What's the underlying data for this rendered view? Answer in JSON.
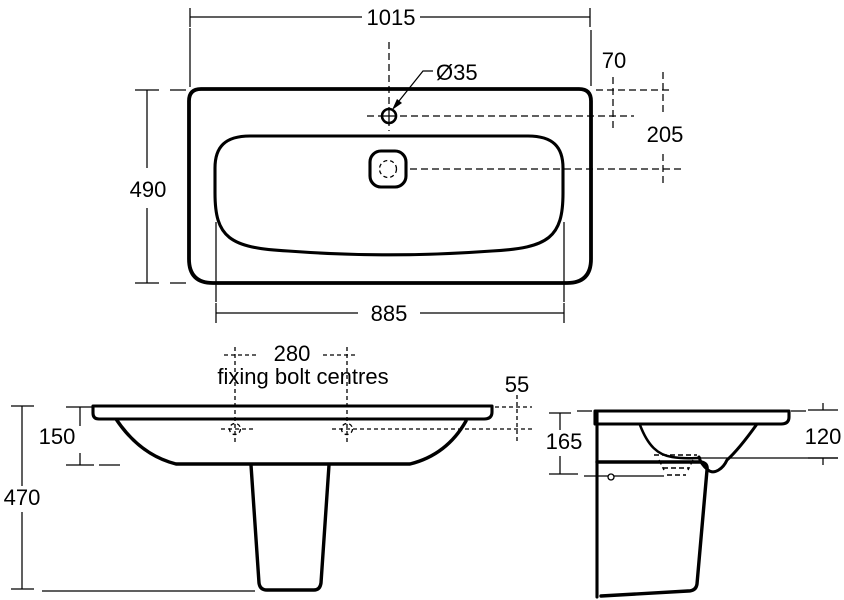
{
  "drawing": {
    "subject": "wall-hung washbasin with semi-pedestal - dimensioned technical drawing",
    "units": "mm",
    "ink_color": "#000000",
    "paper_color": "#ffffff",
    "plan_view": {
      "overall_width": "1015",
      "overall_depth": "490",
      "bowl_width": "885",
      "tap_hole_diameter": "Ø35",
      "tap_hole_from_rear": "70",
      "overflow_from_rear": "205"
    },
    "front_view": {
      "fixing_bolt_centres": "280",
      "fixing_bolt_note": "fixing bolt centres",
      "rim_to_bolt_line": "55",
      "rim_to_underside": "150",
      "rim_to_floor": "470"
    },
    "side_view": {
      "rim_to_shelf": "165",
      "rim_to_front_lip": "120"
    }
  }
}
